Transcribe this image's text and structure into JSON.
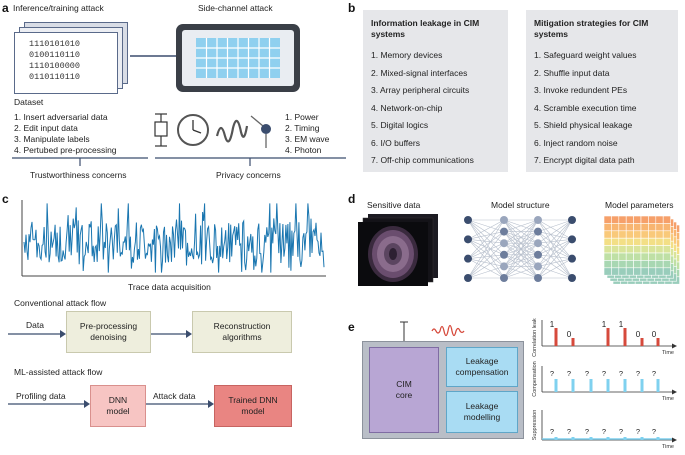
{
  "panel_labels": {
    "a": "a",
    "b": "b",
    "c": "c",
    "d": "d",
    "e": "e"
  },
  "panel_a": {
    "inference_title": "Inference/training attack",
    "sidechannel_title": "Side-channel attack",
    "binary_lines": [
      "1110101010",
      "0100110110",
      "1110100000",
      "0110110110"
    ],
    "dataset_label": "Dataset",
    "attack_items": [
      "1. Insert adversarial data",
      "2. Edit input data",
      "3. Manipulate labels",
      "4. Pertubed pre-processing"
    ],
    "channel_items": [
      "1. Power",
      "2. Timing",
      "3. EM wave",
      "4. Photon"
    ],
    "trust_label": "Trustworthiness concerns",
    "privacy_label": "Privacy concerns"
  },
  "panel_b": {
    "leak_title": "Information leakage in CIM systems",
    "leak_items": [
      "1. Memory devices",
      "2. Mixed-signal interfaces",
      "3. Array peripheral circuits",
      "4. Network-on-chip",
      "5. Digital logics",
      "6. I/O buffers",
      "7. Off-chip communications"
    ],
    "mit_title": "Mitigation strategies for CIM systems",
    "mit_items": [
      "1. Safeguard weight values",
      "2. Shuffle input data",
      "3. Invoke redundent PEs",
      "4. Scramble execution time",
      "5. Shield physical leakage",
      "6. Inject random noise",
      "7. Encrypt digital data path"
    ]
  },
  "panel_c": {
    "trace_label": "Trace data acquisition",
    "conv_title": "Conventional attack flow",
    "data_label": "Data",
    "preproc_label": "Pre-processing denoising",
    "recon_label": "Reconstruction algorithms",
    "ml_title": "ML-assisted attack flow",
    "profiling_label": "Profiling data",
    "dnn_label": "DNN model",
    "attack_label": "Attack data",
    "trained_label": "Trained DNN model"
  },
  "panel_d": {
    "sensitive_label": "Sensitive data",
    "structure_label": "Model structure",
    "params_label": "Model parameters"
  },
  "panel_e": {
    "cim_label": "CIM core",
    "leak_comp_label": "Leakage compensation",
    "leak_model_label": "Leakage modelling",
    "ylabels": [
      "Correlation leakage",
      "Compensation",
      "Suppression"
    ],
    "time_label": "Time",
    "corr_bits": [
      "1",
      "0",
      "1",
      "1",
      "0",
      "0"
    ],
    "comp_marks": [
      "?",
      "?",
      "?",
      "?",
      "?",
      "?",
      "?"
    ],
    "supp_marks": [
      "?",
      "?",
      "?",
      "?",
      "?",
      "?",
      "?"
    ]
  },
  "colors": {
    "panel_gray": "#e6e7ea",
    "flow_box": "#eeeedd",
    "pink_box": "#f7c5c3",
    "pink_dark": "#e98582",
    "cim_core": "#b8a6d4",
    "cim_frame": "#b9bec7",
    "leak_box": "#a9dcf3",
    "trace_blue": "#1a76b0",
    "red_bar": "#d64a3c",
    "cyan_bar": "#7fd1ef"
  }
}
